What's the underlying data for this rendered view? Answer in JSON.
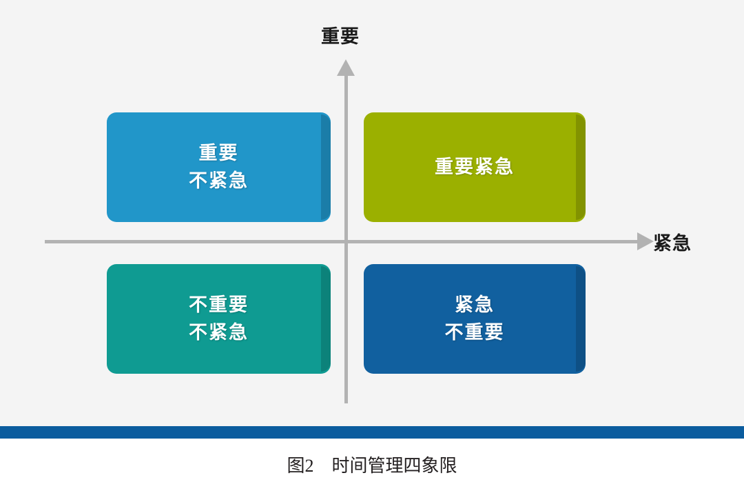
{
  "figure": {
    "background_color": "#f4f4f4",
    "page_color": "#ffffff",
    "axis_color": "#b2b2b2",
    "rule_color": "#0b5c9e"
  },
  "axes": {
    "vertical_label": "重要",
    "horizontal_label": "紧急",
    "vertical_arrow": "up-arrow-icon",
    "horizontal_arrow": "right-arrow-icon"
  },
  "quadrants": [
    {
      "id": "important-not-urgent",
      "position": "top-left",
      "color": "#2196c9",
      "shadow_color": "#1b7ba6",
      "lines": [
        "重要",
        "不紧急"
      ]
    },
    {
      "id": "important-urgent",
      "position": "top-right",
      "color": "#9bb000",
      "shadow_color": "#7f9100",
      "lines": [
        "重要紧急"
      ]
    },
    {
      "id": "not-important-not-urgent",
      "position": "bottom-left",
      "color": "#0f9b92",
      "shadow_color": "#0b7c75",
      "lines": [
        "不重要",
        "不紧急"
      ]
    },
    {
      "id": "urgent-not-important",
      "position": "bottom-right",
      "color": "#11609f",
      "shadow_color": "#0d4d80",
      "lines": [
        "紧急",
        "不重要"
      ]
    }
  ],
  "caption": {
    "number": "图2",
    "title": "时间管理四象限",
    "full": "图2　时间管理四象限"
  }
}
